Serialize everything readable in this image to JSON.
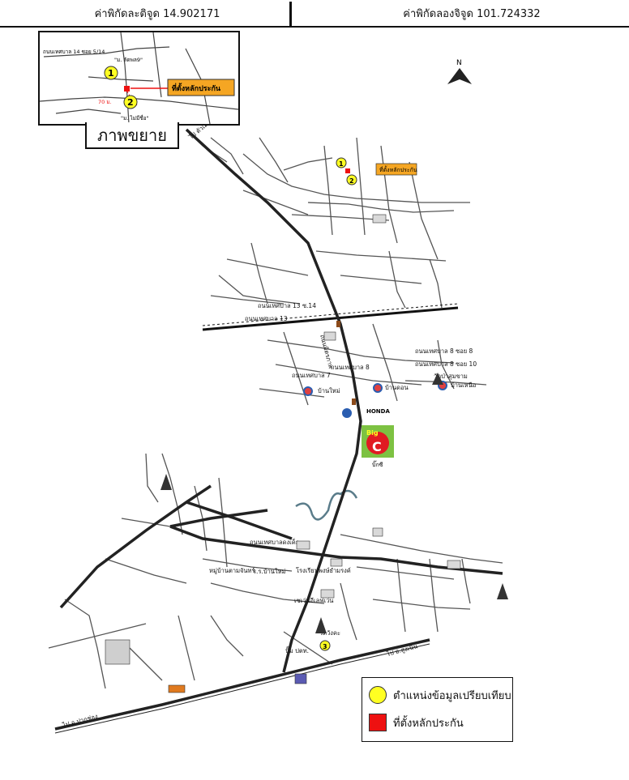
{
  "header": {
    "latitude_label": "ค่าพิกัดละติจูด 14.902171",
    "longitude_label": "ค่าพิกัดลองจิจูด 101.724332"
  },
  "inset": {
    "soi_label": "ถนนเทศบาล 14 ซอย 5/14",
    "village_north": "\"ม. ลัดพล9\"",
    "village_south": "\"ม. ไม่มีชื่อ\"",
    "distance_label": "70 ม.",
    "marker_1": "1",
    "marker_2": "2",
    "collateral_label": "ที่ตั้งหลักประกัน",
    "caption": "ภาพขยาย"
  },
  "map": {
    "north_label": "N",
    "marker_1": "1",
    "marker_2": "2",
    "marker_3": "3",
    "collateral_tag": "ที่ตั้งหลักประกัน",
    "big_c_line1": "Big",
    "big_c_line2": "C",
    "big_c_caption": "บิ๊กซี",
    "honda_label": "HONDA",
    "road_1": "ถนนเทศบาล 13",
    "road_2": "ถนนเทศบาล 8",
    "road_3": "ถนนเทศบาล 7",
    "road_4": "ถนนเทศบาล 8 ซอย 8",
    "road_5": "ถนนเทศบาล 8 ซอย 10",
    "road_6": "ถนนเทศบาล 13 ซ.14",
    "road_7": "ถนนมิตรภาพ",
    "road_8": "ถนนเทศบาลดงเค็ก",
    "place_1": "บ้านใหม่",
    "place_2": "บ้านดอน",
    "place_3": "บ้านเหนือ",
    "place_4": "วัดป่าสุมขาม",
    "place_5": "โรงเรียนพงษ์ธำมรงค์",
    "place_6": "วัดวังคะ",
    "place_7": "หมู่บ้านตามจันทร์",
    "place_8": "เซเว่นอีเลฟเว่น",
    "place_9": "ปั๊ม ปตท.",
    "place_10": "ร.ร.บ้านใหม่",
    "town_north": "ไป ตัวเมือง",
    "town_east": "ไป อ.สูงเนิน",
    "town_west": "ไป อ.ปากช่อง"
  },
  "legend": {
    "circle_label": "ตำแหน่งข้อมูลเปรียบเทียบ",
    "square_label": "ที่ตั้งหลักประกัน"
  },
  "colors": {
    "marker_yellow": "#ffff22",
    "collateral_red": "#ee1111",
    "tag_orange": "#f5a623",
    "big_c_green": "#7dc242",
    "big_c_red": "#e11b22",
    "road_line": "#222222",
    "minor_road": "#555555",
    "river": "#5a7c8a"
  }
}
